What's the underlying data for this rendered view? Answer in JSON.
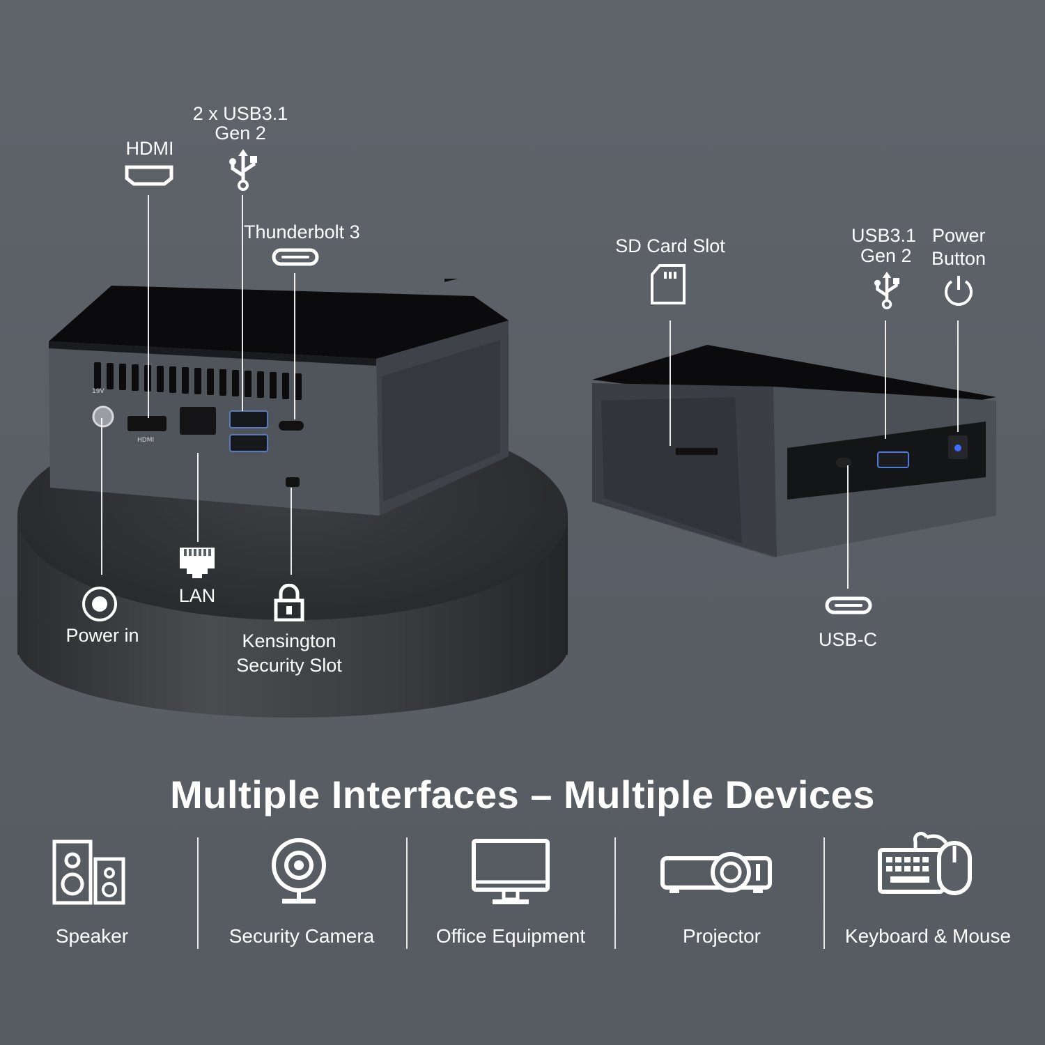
{
  "ports": {
    "hdmi": "HDMI",
    "usb_rear_line1": "2 x USB3.1",
    "usb_rear_line2": "Gen 2",
    "thunderbolt": "Thunderbolt 3",
    "power_in": "Power in",
    "lan": "LAN",
    "kensington_line1": "Kensington",
    "kensington_line2": "Security Slot",
    "sd_card": "SD Card Slot",
    "usb_front_line1": "USB3.1",
    "usb_front_line2": "Gen 2",
    "power_button_line1": "Power",
    "power_button_line2": "Button",
    "usb_c": "USB-C"
  },
  "device_print": {
    "hdmi": "HDMI",
    "dc": "19V"
  },
  "title": "Multiple Interfaces – Multiple Devices",
  "devices": [
    {
      "label": "Speaker",
      "icon": "speaker-icon"
    },
    {
      "label": "Security Camera",
      "icon": "webcam-icon"
    },
    {
      "label": "Office Equipment",
      "icon": "monitor-icon"
    },
    {
      "label": "Projector",
      "icon": "projector-icon"
    },
    {
      "label": "Keyboard & Mouse",
      "icon": "keyboard-mouse-icon"
    }
  ],
  "colors": {
    "background": "#5a5f66",
    "device_top": "#0d0d0f",
    "device_body": "#4b5057",
    "pedestal": "#2e2f32",
    "power_led": "#3f6bff"
  }
}
